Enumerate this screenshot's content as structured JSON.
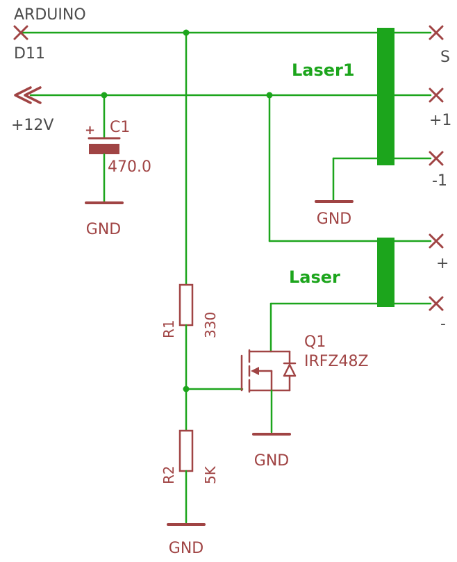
{
  "colors": {
    "wire": "#1ca51c",
    "symbol": "#a04444",
    "text_gray": "#4b4b4b"
  },
  "schematic": {
    "title": "ARDUINO",
    "nets": {
      "d11": "D11",
      "v12": "+12V",
      "laser1": "Laser1",
      "laser": "Laser"
    },
    "pins": {
      "s": "S",
      "p1": "+1",
      "m1": "-1",
      "p": "+",
      "m": "-"
    },
    "components": {
      "c1": {
        "name": "C1",
        "value": "470.0",
        "polarity": "+"
      },
      "r1": {
        "name": "R1",
        "value": "330"
      },
      "r2": {
        "name": "R2",
        "value": "5K"
      },
      "q1": {
        "name": "Q1",
        "value": "IRFZ48Z"
      }
    },
    "grounds": {
      "c1": "GND",
      "laser1": "GND",
      "q1": "GND",
      "r2": "GND"
    }
  }
}
